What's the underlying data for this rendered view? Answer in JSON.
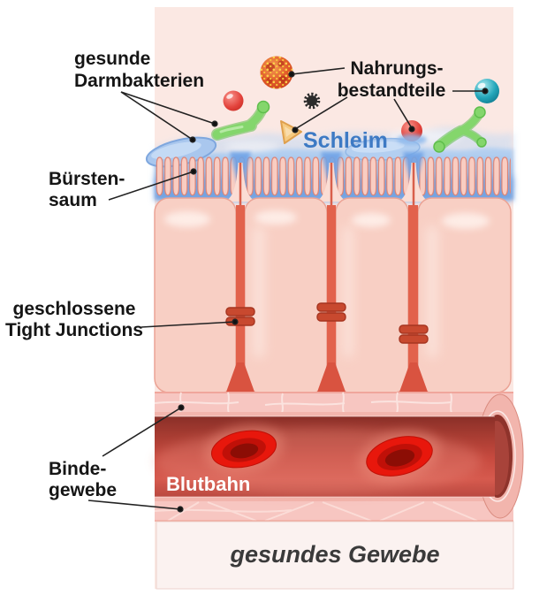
{
  "colors": {
    "background": "#FBE8E3",
    "label_text": "#151515",
    "schleim_text": "#3D7AC4",
    "cell_fill": "#F8CFC4",
    "cell_gap": "#E2624C",
    "tight_junction": "#C8492F",
    "mucus_blue": "#6FA3E6",
    "villi_fill": "#F9CDC2",
    "vessel_red": "#C94B40",
    "rbc_red": "#E8170C",
    "bacteria_green": "#84D66C",
    "bacteria_blue": "#A9C7EE",
    "connective_pink": "#F7C6C1",
    "caption_bg": "#FBF2F0",
    "blutbahn_text": "#FFFFFF"
  },
  "labels": {
    "healthy_bacteria": {
      "line1": "gesunde",
      "line2": "Darmbakterien"
    },
    "food_components": {
      "line1": "Nahrungs-",
      "line2": "bestandteile"
    },
    "mucus": "Schleim",
    "brush_border": {
      "line1": "Bürsten-",
      "line2": "saum"
    },
    "tight_junctions": {
      "line1": "geschlossene",
      "line2": "Tight Junctions"
    },
    "connective_tissue": {
      "line1": "Binde-",
      "line2": "gewebe"
    },
    "bloodstream": "Blutbahn",
    "caption": "gesundes Gewebe"
  }
}
